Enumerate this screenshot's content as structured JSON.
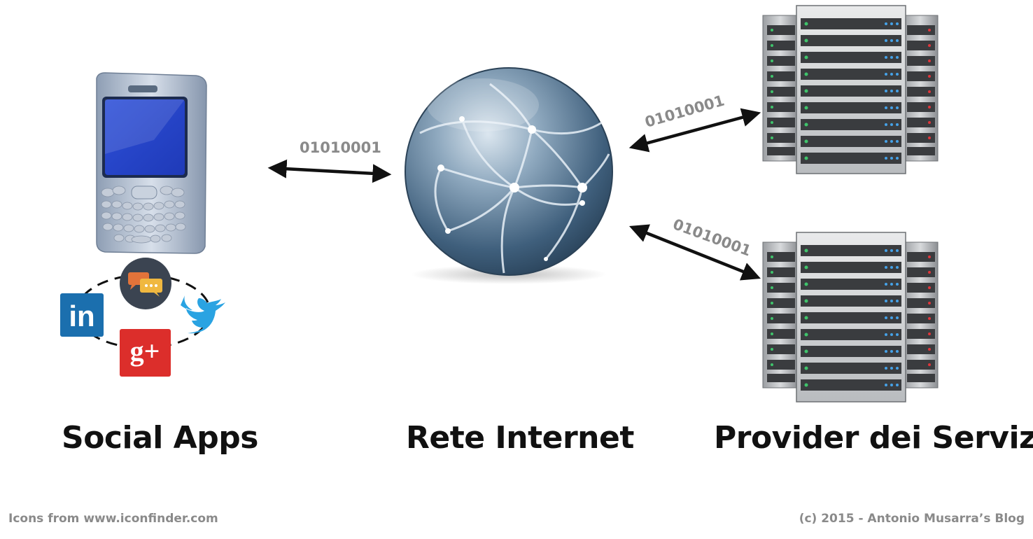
{
  "labels": {
    "social_apps": "Social Apps",
    "internet": "Rete Internet",
    "providers": "Provider dei Servizi"
  },
  "binary": {
    "left": "01010001",
    "upper_right": "01010001",
    "lower_right": "01010001"
  },
  "footer": {
    "left": "Icons from www.iconfinder.com",
    "right": "(c) 2015 - Antonio Musarra’s Blog"
  },
  "icons": {
    "linkedin": "in",
    "googleplus": "g+"
  },
  "colors": {
    "linkedin": "#1b6fae",
    "googleplus": "#dc2e2b",
    "twitter": "#2aa3e2",
    "chat_bg": "#3b4451",
    "globe": "#4f7393",
    "server": "#6d7074"
  }
}
